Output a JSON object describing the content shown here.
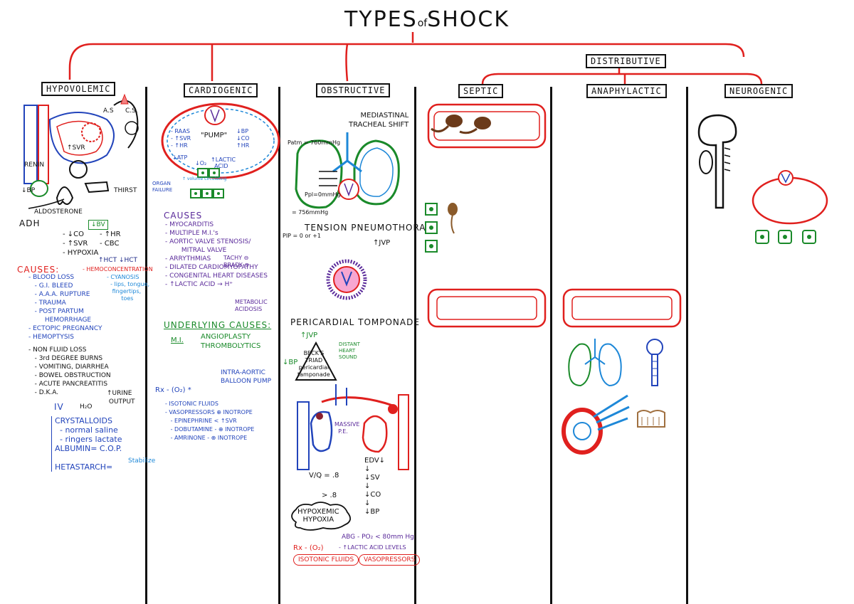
{
  "title": {
    "main_left": "TYPES",
    "of": "of",
    "main_right": "SHOCK"
  },
  "categories": {
    "hypovolemic": "HYPOVOLEMIC",
    "cardiogenic": "CARDIOGENIC",
    "obstructive": "OBSTRUCTIVE",
    "distributive": "DISTRIBUTIVE",
    "septic": "SEPTIC",
    "anaphylactic": "ANAPHYLACTIC",
    "neurogenic": "NEUROGENIC"
  },
  "hypovolemic": {
    "diagram_labels": {
      "as": "A.S",
      "cs": "C.S.",
      "svr": "↑SVR",
      "bp": "↓BP",
      "renin": "RENIN",
      "thirst": "THIRST",
      "aldosterone": "ALDOSTERONE",
      "adh": "ADH"
    },
    "bv": "↓BV",
    "effects_left": "- ↓CO\n- ↑SVR\n- HYPOXIA",
    "effects_right": "- ↑HR\n- CBC",
    "hct": "↑HCT ↓HCT",
    "hemoconcentration": "- HEMOCONCENTRATION",
    "causes_title": "CAUSES:",
    "causes": "- BLOOD LOSS\n   - G.I. BLEED\n   - A.A.A. RUPTURE\n   - TRAUMA\n   - POST PARTUM\n        HEMORRHAGE\n- ECTOPIC PREGNANCY\n- HEMOPTYSIS",
    "cyanosis": "- CYANOSIS\n  - lips, tongue,\n   fingertips,\n        toes",
    "non_fluid": "- NON FLUID LOSS\n   - 3rd DEGREE BURNS\n   - VOMITING, DIARRHEA\n   - BOWEL OBSTRUCTION\n   - ACUTE PANCREATITIS\n   - D.K.A.",
    "urine": "↑URINE\n OUTPUT",
    "h2o": "H₂O",
    "iv_title": "IV",
    "iv": "CRYSTALLOIDS\n  - normal saline\n  - ringers lactate\nALBUMIN= C.O.P.\n\nHETASTARCH=",
    "stabilize": "Stabilize"
  },
  "cardiogenic": {
    "pump_labels": {
      "pump": "\"PUMP\"",
      "left": "- RAAS\n- ↑SVR\n- ↑HR",
      "right": "↓BP\n↓CO\n↑HR",
      "atp": "↓ATP",
      "o2": "↓O₂",
      "lactic": "↑LACTIC\n  ACID",
      "organ_failure": "ORGAN\nFAILURE",
      "volume": "↑ volume circulating"
    },
    "causes_title": "CAUSES",
    "causes": "- MYOCARDITIS\n- MULTIPLE M.I.'s\n- AORTIC VALVE STENOSIS/\n        MITRAL VALVE\n- ARRYTHMIAS\n- DILATED CARDIOMYOPATHY\n- CONGENITAL HEART DISEASES\n- ↑LACTIC ACID → H⁺",
    "tachy": "TACHY ⊖\nBRADY ⊖",
    "metabolic": "METABOLIC\nACIDOSIS",
    "underlying_title": "UNDERLYING CAUSES:",
    "mi": "M.I.",
    "underlying": "ANGIOPLASTY\nTHROMBOLYTICS",
    "iabp": "INTRA-AORTIC\nBALLOON PUMP",
    "rx": "Rx - (O₂) *",
    "treatment": "- ISOTONIC FLUIDS\n- VASOPRESSORS ⊕ INOTROPE\n   - EPINEPHRINE < ↑SVR\n   - DOBUTAMINE - ⊕ INOTROPE\n   - AMRINONE - ⊕ INOTROPE"
  },
  "obstructive": {
    "mediastinal": "MEDIASTINAL\nTRACHEAL SHIFT",
    "patm": "Patm = 760mmHg",
    "ppl": "Ppl=0mmHg",
    "pip": "PIP = 0 or +1",
    "pipp": "= 756mmHg",
    "tension": "TENSION PNEUMOTHORAX",
    "jvp1": "↑JVP",
    "pericardial": "PERICARDIAL TOMPONADE",
    "jvp2": "↑JVP",
    "bp": "↓BP",
    "becks": "BECK'S\nTRIAD\npericardial\ntamponade",
    "distant": "DISTANT\nHEART\nSOUND",
    "massive": "MASSIVE\n  P.E.",
    "vq": "V/Q = .8",
    "vq2": "> .8",
    "cascade": "EDV↓\n↓\n↓SV\n↓\n↓CO\n↓\n↓BP",
    "hypoxemic": "HYPOXEMIC\nHYPOXIA",
    "abg": "ABG - PO₂ < 80mm Hg",
    "lactic": "- ↑LACTIC ACID LEVELS",
    "rx": "Rx - (O₂)",
    "isotonic": "ISOTONIC FLUIDS",
    "vasopressors": "VASOPRESSORS"
  }
}
